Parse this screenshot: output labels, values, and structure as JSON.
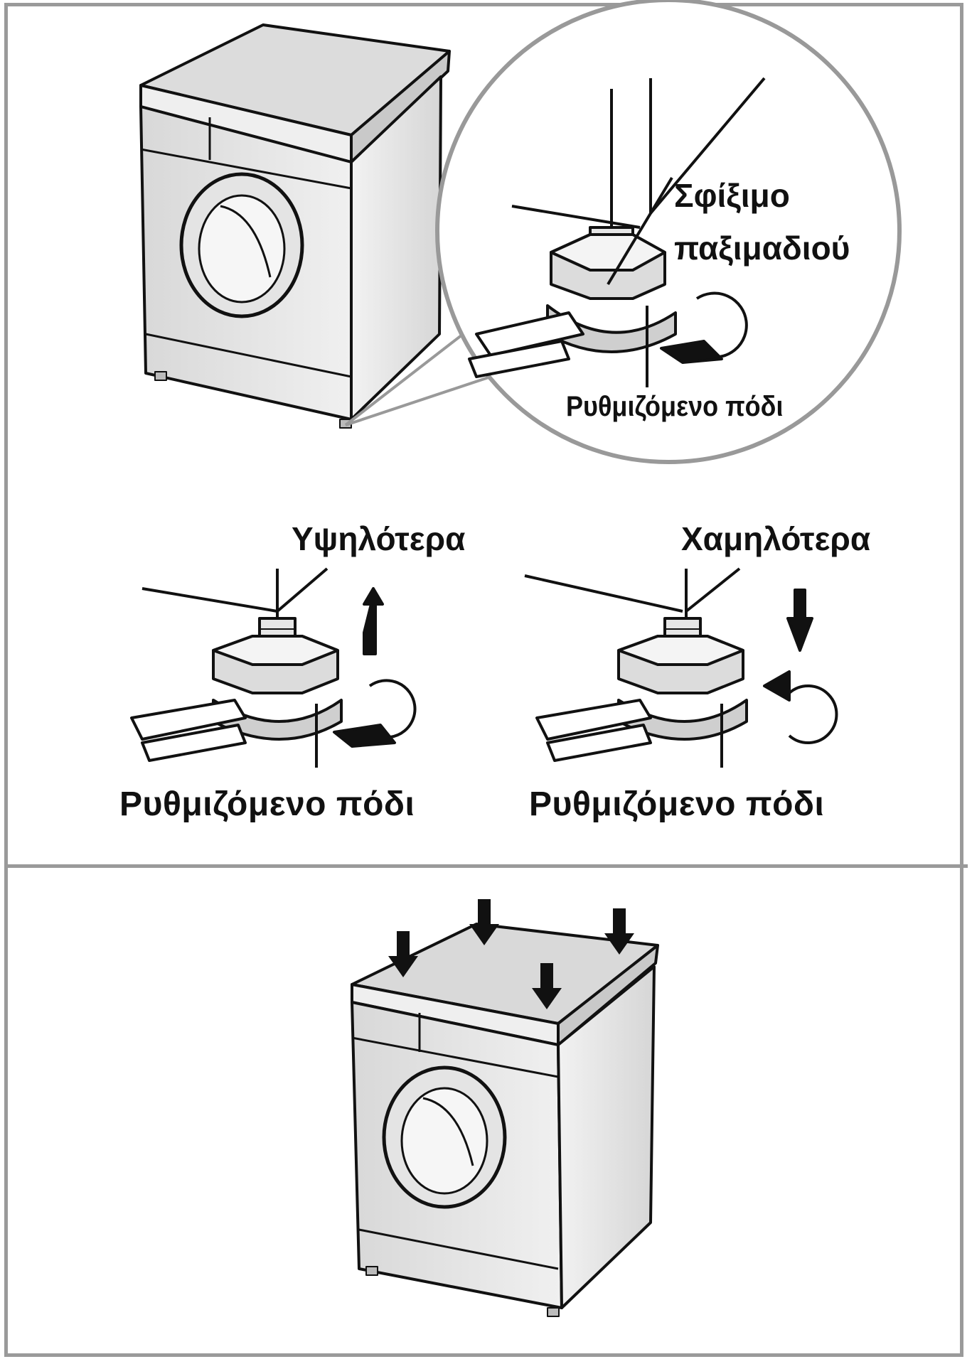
{
  "figure": {
    "top_panel": {
      "callout": {
        "tighten_nut_line1": "Σφίξιμο",
        "tighten_nut_line2": "παξιμαδιού",
        "adjustable_foot": "Ρυθμιζόμενο πόδι"
      },
      "raise": {
        "label": "Υψηλότερα",
        "foot_label": "Ρυθμιζόμενο πόδι"
      },
      "lower": {
        "label": "Χαμηλότερα",
        "foot_label": "Ρυθμιζόμενο πόδι"
      }
    }
  },
  "colors": {
    "frame_border": "#9a9a9a",
    "line": "#111111",
    "machine_fill": "#e9e9e9",
    "machine_shade": "#cfcfcf"
  }
}
